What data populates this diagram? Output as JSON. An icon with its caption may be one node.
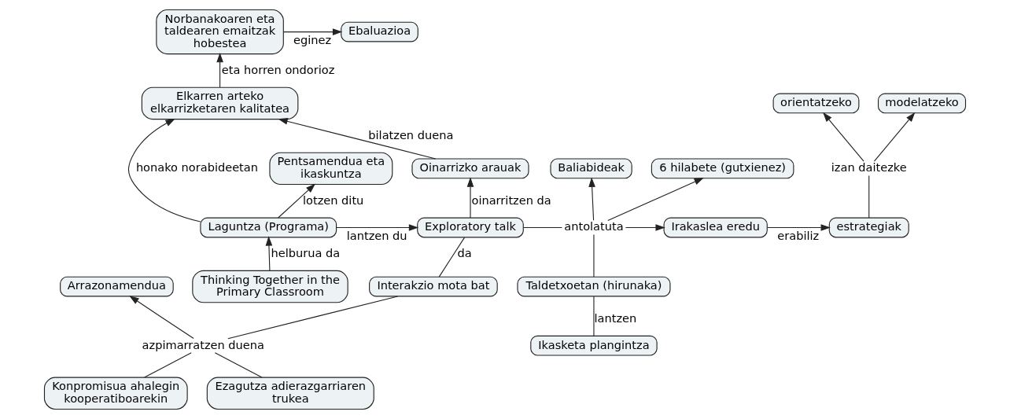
{
  "diagram": {
    "nodes": [
      {
        "text": [
          "Norbanakoaren eta taldearen emaitzak hobestea"
        ]
      },
      {
        "text": [
          "Ebaluazioa"
        ]
      },
      {
        "text": [
          "Baliabideak"
        ]
      },
      {
        "text": [
          "Elkarren arteko elkarrizketaren kalitatea"
        ]
      },
      {
        "text": [
          "Oinarrizko arauak"
        ]
      },
      {
        "text": [
          "orientatzeko"
        ]
      },
      {
        "text": [
          "modelatzeko"
        ]
      },
      {
        "text": [
          "6 hilabete (gutxienez)"
        ]
      },
      {
        "text": [
          "izan daitezke"
        ]
      },
      {
        "text": [
          "Pentsamendua eta ikaskuntza"
        ]
      },
      {
        "text": [
          "Laguntza (Programa)"
        ]
      },
      {
        "text": [
          "Exploratory talk"
        ]
      },
      {
        "text": [
          "antolatuta"
        ]
      },
      {
        "text": [
          "Irakaslea eredu"
        ]
      },
      {
        "text": [
          "estrategiak"
        ]
      },
      {
        "text": [
          "Taldetxoetan (hirunaka)"
        ]
      },
      {
        "text": [
          "Thinking Together in the Primary Classroom"
        ]
      },
      {
        "text": [
          "Interakzio mota bat"
        ]
      },
      {
        "text": [
          "Ikasketa plangintza"
        ]
      },
      {
        "text": [
          "azpimarratzen duena"
        ]
      },
      {
        "text": [
          "Arrazonamendua"
        ]
      },
      {
        "text": [
          "Konpromisua ahalegin kooperatiboarekin"
        ]
      },
      {
        "text": [
          "Ezagutza adierazgarriaren trukea"
        ]
      }
    ],
    "edges": [
      {
        "from": 0,
        "to": 1,
        "arrow": "to",
        "label": "eginez"
      },
      {
        "from": 3,
        "to": 0,
        "arrow": "to",
        "label": "eta horren ondorioz"
      },
      {
        "from": 4,
        "to": 3,
        "arrow": "to",
        "label": "bilatzen duena"
      },
      {
        "from": 10,
        "to": 3,
        "arrow": "to",
        "label": "honako norabideetan"
      },
      {
        "from": 10,
        "to": 9,
        "arrow": "to",
        "label": "lotzen ditu"
      },
      {
        "from": 16,
        "to": 10,
        "arrow": "to",
        "label": "helburua da"
      },
      {
        "from": 10,
        "to": 11,
        "arrow": "to",
        "label": "lantzen du"
      },
      {
        "from": 11,
        "to": 4,
        "arrow": "to",
        "label": "oinarritzen da"
      },
      {
        "from": 11,
        "to": 12,
        "arrow": "none"
      },
      {
        "from": 12,
        "to": 2,
        "arrow": "to"
      },
      {
        "from": 12,
        "to": 7,
        "arrow": "to"
      },
      {
        "from": 12,
        "to": 13,
        "arrow": "to"
      },
      {
        "from": 15,
        "to": 12,
        "arrow": "none"
      },
      {
        "from": 13,
        "to": 14,
        "arrow": "to",
        "label": "erabiliz"
      },
      {
        "from": 14,
        "to": 8,
        "arrow": "none"
      },
      {
        "from": 8,
        "to": 5,
        "arrow": "to"
      },
      {
        "from": 8,
        "to": 6,
        "arrow": "to"
      },
      {
        "from": 17,
        "to": 11,
        "arrow": "none",
        "label": "da"
      },
      {
        "from": 18,
        "to": 15,
        "arrow": "none",
        "label": "lantzen"
      },
      {
        "from": 19,
        "to": 17,
        "arrow": "none"
      },
      {
        "from": 19,
        "to": 20,
        "arrow": "to"
      },
      {
        "from": 22,
        "to": 19,
        "arrow": "none"
      },
      {
        "from": 21,
        "to": 19,
        "arrow": "none"
      }
    ]
  }
}
